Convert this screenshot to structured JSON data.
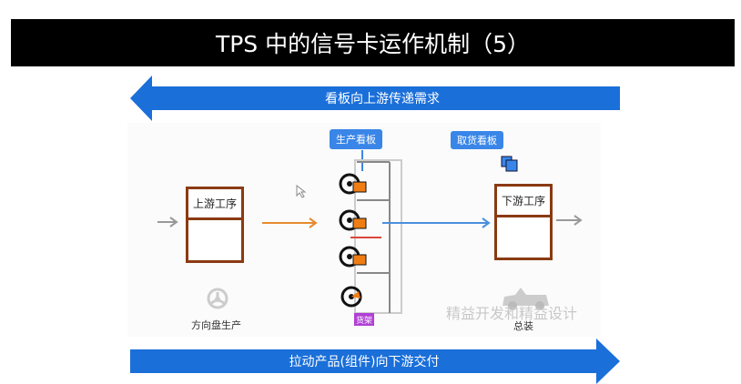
{
  "title": "TPS 中的信号卡运作机制（5）",
  "top_arrow": {
    "label": "看板向上游传递需求",
    "direction": "left",
    "color": "#1a6fd9"
  },
  "bottom_arrow": {
    "label": "拉动产品(组件)向下游交付",
    "direction": "right",
    "color": "#1a6fd9"
  },
  "upstream": {
    "box_label": "上游工序",
    "caption": "方向盘生产",
    "icon": "steering-wheel-icon"
  },
  "shelf": {
    "kanban_tag": "生产看板",
    "shelf_label": "货架",
    "item_count": 4,
    "colors": {
      "card": "#f07d14",
      "divider": "#d9473a",
      "tag": "#3a86e8",
      "shelf_label": "#b03fd6"
    }
  },
  "downstream": {
    "box_label": "下游工序",
    "caption": "总装",
    "kanban_tag": "取货看板",
    "icon": "car-icon"
  },
  "watermark": "精益开发和精益设计",
  "colors": {
    "box_border": "#8a3a12",
    "flow_in": "#e58a2e",
    "flow_out": "#4a8fdc",
    "gray_arrow": "#999999"
  }
}
